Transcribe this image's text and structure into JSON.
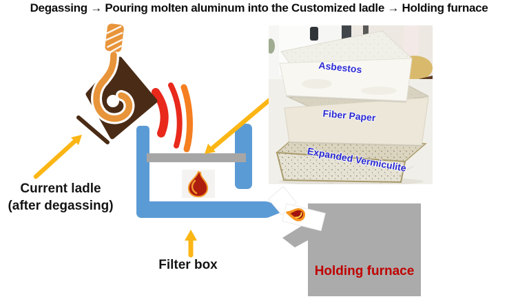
{
  "title": "Degassing → Pouring molten aluminum into the Customized ladle → Holding furnace",
  "labels": {
    "current_ladle": {
      "line1": "Current ladle",
      "line2": "(after degassing)"
    },
    "filter_box": "Filter box",
    "holding_furnace": "Holding furnace"
  },
  "insulation_photo": {
    "blocks": [
      {
        "label": "Asbestos"
      },
      {
        "label": "Fiber Paper"
      },
      {
        "label": "Expanded Vermiculite"
      }
    ]
  },
  "icons": {
    "ladle": "pouring-ladle-icon",
    "melt_stream": "molten-stream-icon",
    "filter_flame": "flame-icon",
    "outlet_flame": "flame-drop-icon",
    "arrows": "yellow-arrow-icon"
  },
  "colors": {
    "arrow": "#FBB615",
    "filter_box": "#5B9BD5",
    "lid": "#A6A6A6",
    "furnace": "#ABABAB",
    "furnace_label": "#C00000",
    "ladle_body": "#4A2B15",
    "hook": "#E8943A",
    "melt_red": "#E8291C",
    "melt_orange": "#F57E20",
    "photo_label": "#2B2BD5"
  }
}
